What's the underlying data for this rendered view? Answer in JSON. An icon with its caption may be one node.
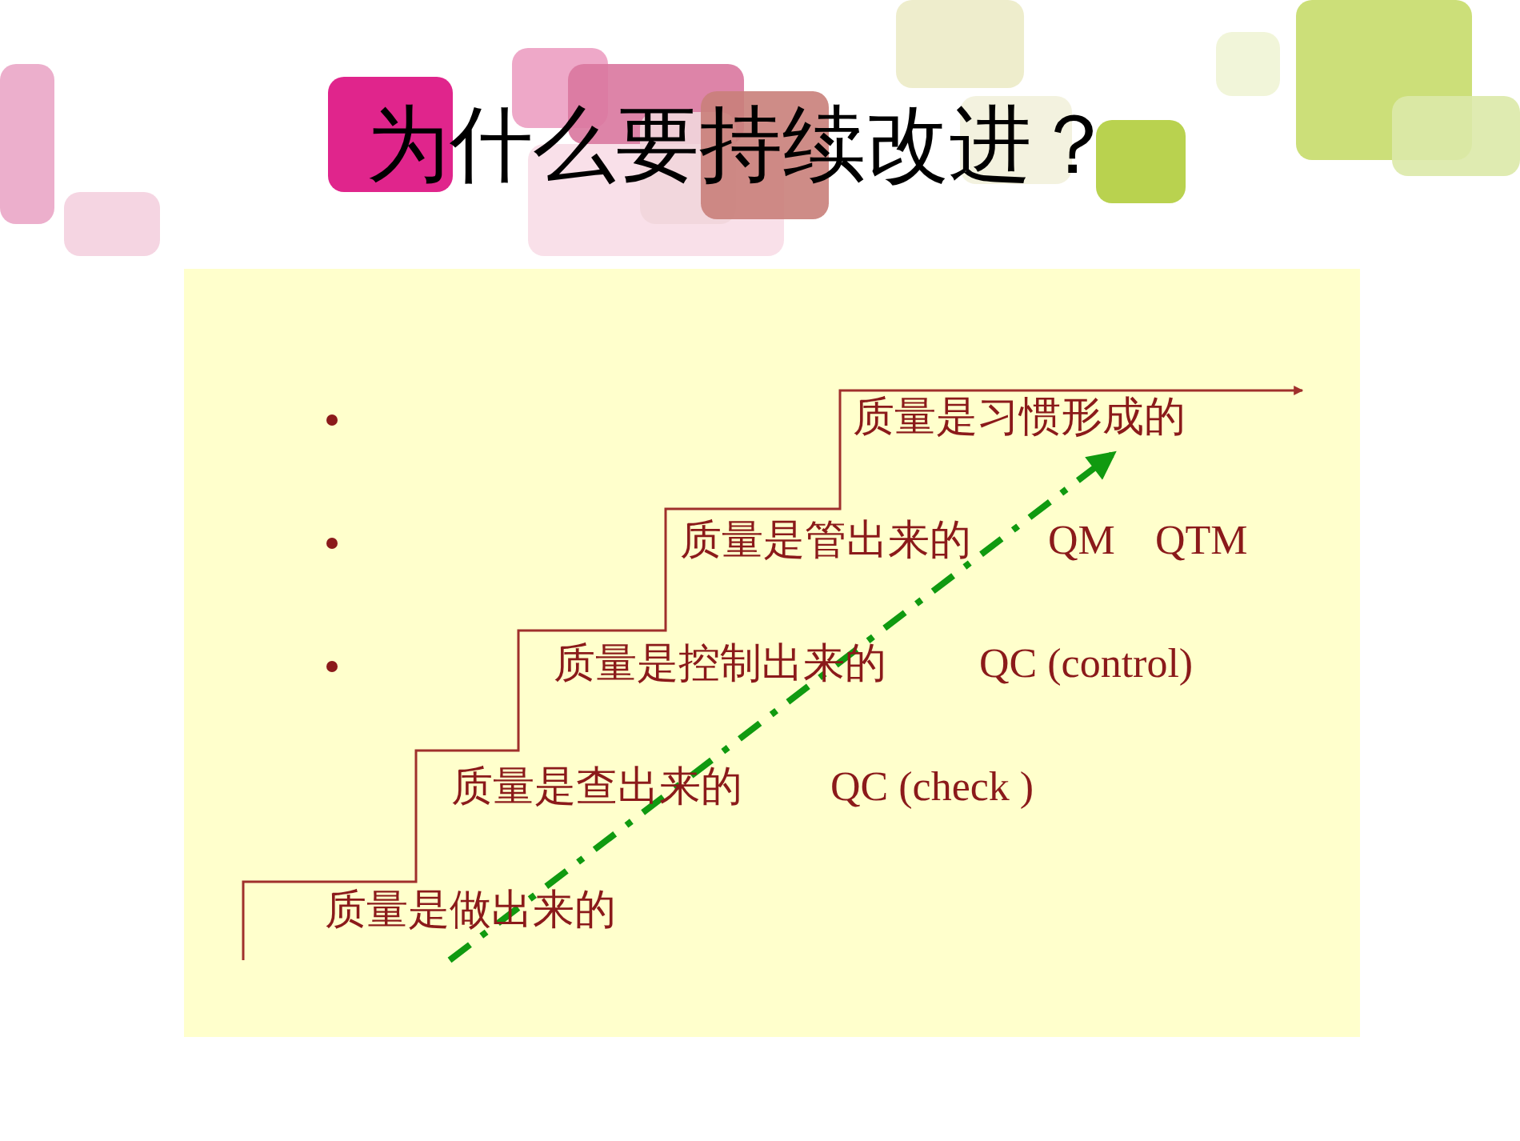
{
  "diagram": {
    "title": "为什么要持续改进？",
    "labels": [
      "质量是习惯形成的",
      "质量是管出来的",
      "QM",
      "QTM",
      "质量是控制出来的",
      "QC (control)",
      "质量是查出来的",
      "QC (check )",
      "质量是做出来的"
    ]
  }
}
